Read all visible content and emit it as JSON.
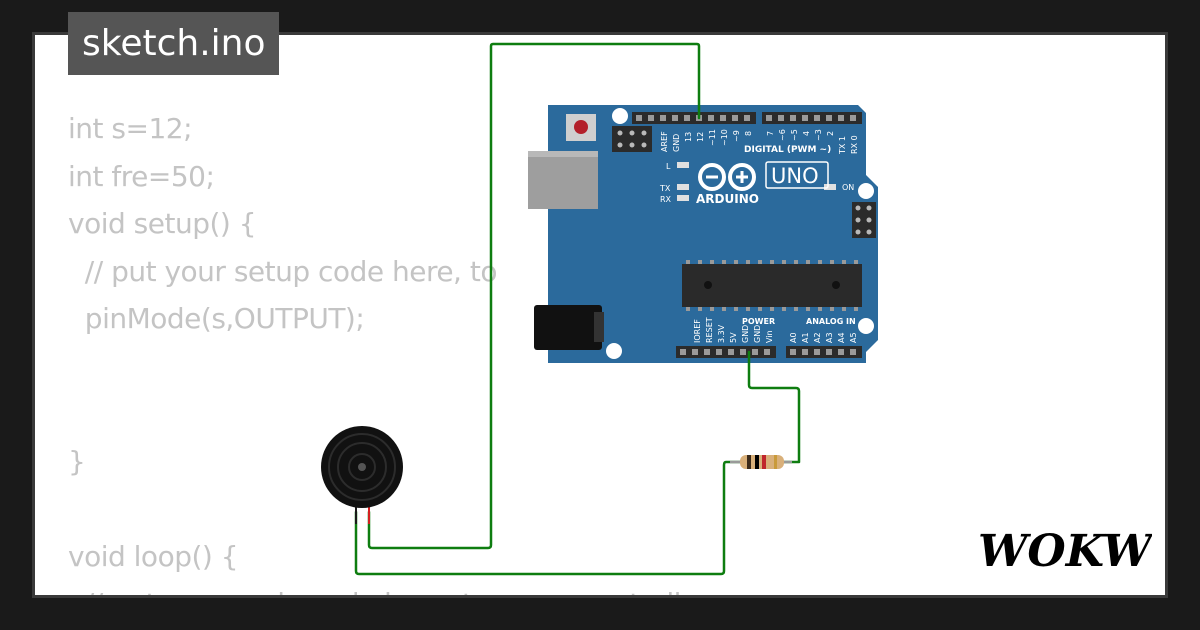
{
  "sketch": {
    "filename": "sketch.ino"
  },
  "code_lines": [
    "int s=12;",
    "int fre=50;",
    "void setup() {",
    "  // put your setup code here, to",
    "  pinMode(s,OUTPUT);",
    "",
    "",
    "}",
    "",
    "void loop() {",
    "  // put your main code here, to run repeatedly:"
  ],
  "board": {
    "model": "UNO",
    "brand": "ARDUINO",
    "digital_label": "DIGITAL (PWM ~)",
    "power_label": "POWER",
    "analog_label": "ANALOG IN",
    "on_label": "ON",
    "led_l": "L",
    "led_tx": "TX",
    "led_rx": "RX",
    "top_pins": [
      "AREF",
      "GND",
      "13",
      "12",
      "~11",
      "~10",
      "~9",
      "8",
      "7",
      "~6",
      "~5",
      "4",
      "~3",
      "2",
      "TX 1",
      "RX 0"
    ],
    "bottom_pins": [
      "IOREF",
      "RESET",
      "3.3V",
      "5V",
      "GND",
      "GND",
      "Vin",
      "A0",
      "A1",
      "A2",
      "A3",
      "A4",
      "A5"
    ],
    "color": "#2b6a9c"
  },
  "logo": {
    "text": "WOKWi"
  },
  "colors": {
    "wire": "#0e7d10",
    "background": "#1a1a1a",
    "title_bg": "#555555",
    "code_text": "#c4c4c4"
  }
}
